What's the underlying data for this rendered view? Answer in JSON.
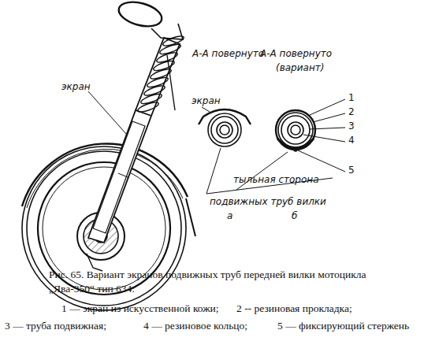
{
  "diagram": {
    "caption": "Рис. 65. Вариант экранов подвижных труб передней вилки мотоцикла „Ява-350“ тип 634:",
    "labels": [
      "экран",
      "А-А повернуто",
      "А-А повернуто",
      "(вариант)",
      "экран",
      "1",
      "2",
      "3",
      "4",
      "5",
      "тыльная сторона",
      "подвижных труб вилки",
      "а",
      "б",
      "1 — экран из искусственной кожи;",
      "2 -- резиновая прокладка;",
      "3 — труба подвижная;",
      "4 — резиновое кольцо;",
      "5 — фиксирующий стержень"
    ]
  }
}
